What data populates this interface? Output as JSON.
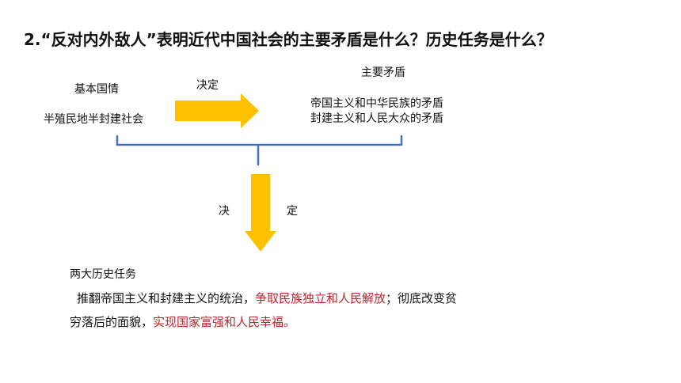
{
  "question": "2.“反对内外敌人”表明近代中国社会的主要矛盾是什么？历史任务是什么？",
  "diagram": {
    "basic_condition": {
      "heading": "基本国情",
      "content": "半殖民地半封建社会"
    },
    "arrow_label": "决定",
    "main_contradiction": {
      "heading": "主要矛盾",
      "items": [
        "帝国主义和中华民族的矛盾",
        "封建主义和人民大众的矛盾"
      ]
    },
    "down_arrow_label_left": "决",
    "down_arrow_label_right": "定",
    "historical_tasks": {
      "heading": "两大历史任务",
      "line1_black": "推翻帝国主义和封建主义的统治，",
      "line1_red": "争取民族独立和人民解放",
      "line1_tail": "；彻底改变贫",
      "line2_black": "穷落后的面貌，",
      "line2_red": "实现国家富强和人民幸福。"
    },
    "colors": {
      "arrow": "#ffc000",
      "brace": "#4472c4",
      "emphasis": "#c0262d"
    }
  }
}
